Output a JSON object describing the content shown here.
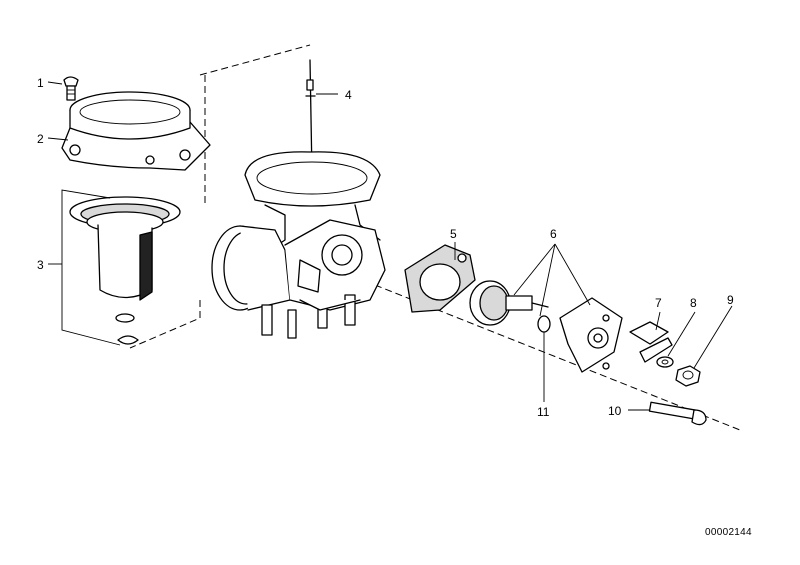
{
  "diagram": {
    "callouts": [
      {
        "label": "1"
      },
      {
        "label": "2"
      },
      {
        "label": "3"
      },
      {
        "label": "4"
      },
      {
        "label": "5"
      },
      {
        "label": "6"
      },
      {
        "label": "7"
      },
      {
        "label": "8"
      },
      {
        "label": "9"
      },
      {
        "label": "10"
      },
      {
        "label": "11"
      }
    ],
    "reference_code": "00002144",
    "colors": {
      "ink": "#000000",
      "paper": "#ffffff"
    }
  }
}
